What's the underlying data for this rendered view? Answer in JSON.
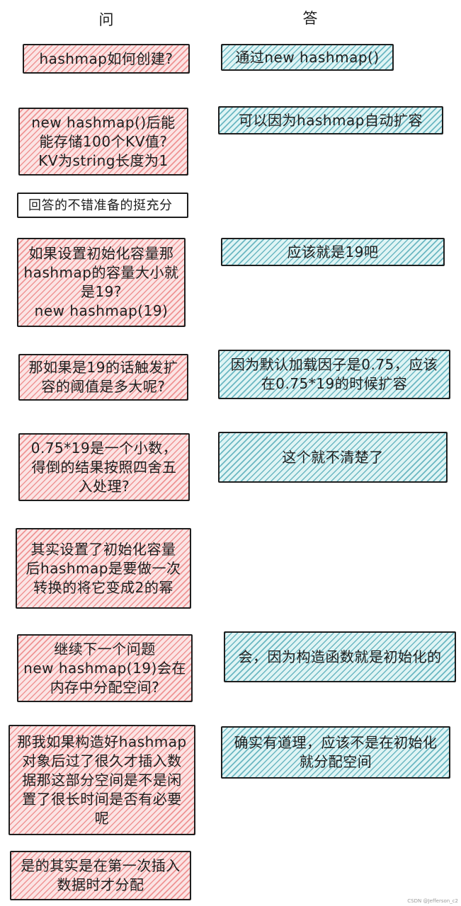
{
  "headers": {
    "question": "问",
    "answer": "答"
  },
  "items": {
    "q1": "hashmap如何创建?",
    "a1": "通过new hashmap()",
    "q2": "new hashmap()后能\n能存储100个KV值?\nKV为string长度为1",
    "a2": "可以因为hashmap自动扩容",
    "note": "回答的不错准备的挺充分",
    "q3": "如果设置初始化容量那\nhashmap的容量大小就\n是19?\nnew hashmap(19)",
    "a3": "应该就是19吧",
    "q4": "那如果是19的话触发扩\n容的阈值是多大呢?",
    "a4": "因为默认加载因子是0.75，应该\n在0.75*19的时候扩容",
    "q5": "0.75*19是一个小数，\n得倒的结果按照四舍五\n入处理?",
    "a5": "这个就不清楚了",
    "q6": "其实设置了初始化容量\n后hashmap是要做一次\n转换的将它变成2的幂",
    "q7": "继续下一个问题\nnew hashmap(19)会在\n内存中分配空间?",
    "a7": "会，因为构造函数就是初始化的",
    "q8": "那我如果构造好hashmap\n对象后过了很久才插入数\n据那这部分空间是不是闲\n置了很长时间是否有必要\n呢",
    "a8": "确实有道理，应该不是在初始化\n就分配空间",
    "q9": "是的其实是在第一次插入\n数据时才分配"
  },
  "watermark": "CSDN @Jefferson_c2"
}
